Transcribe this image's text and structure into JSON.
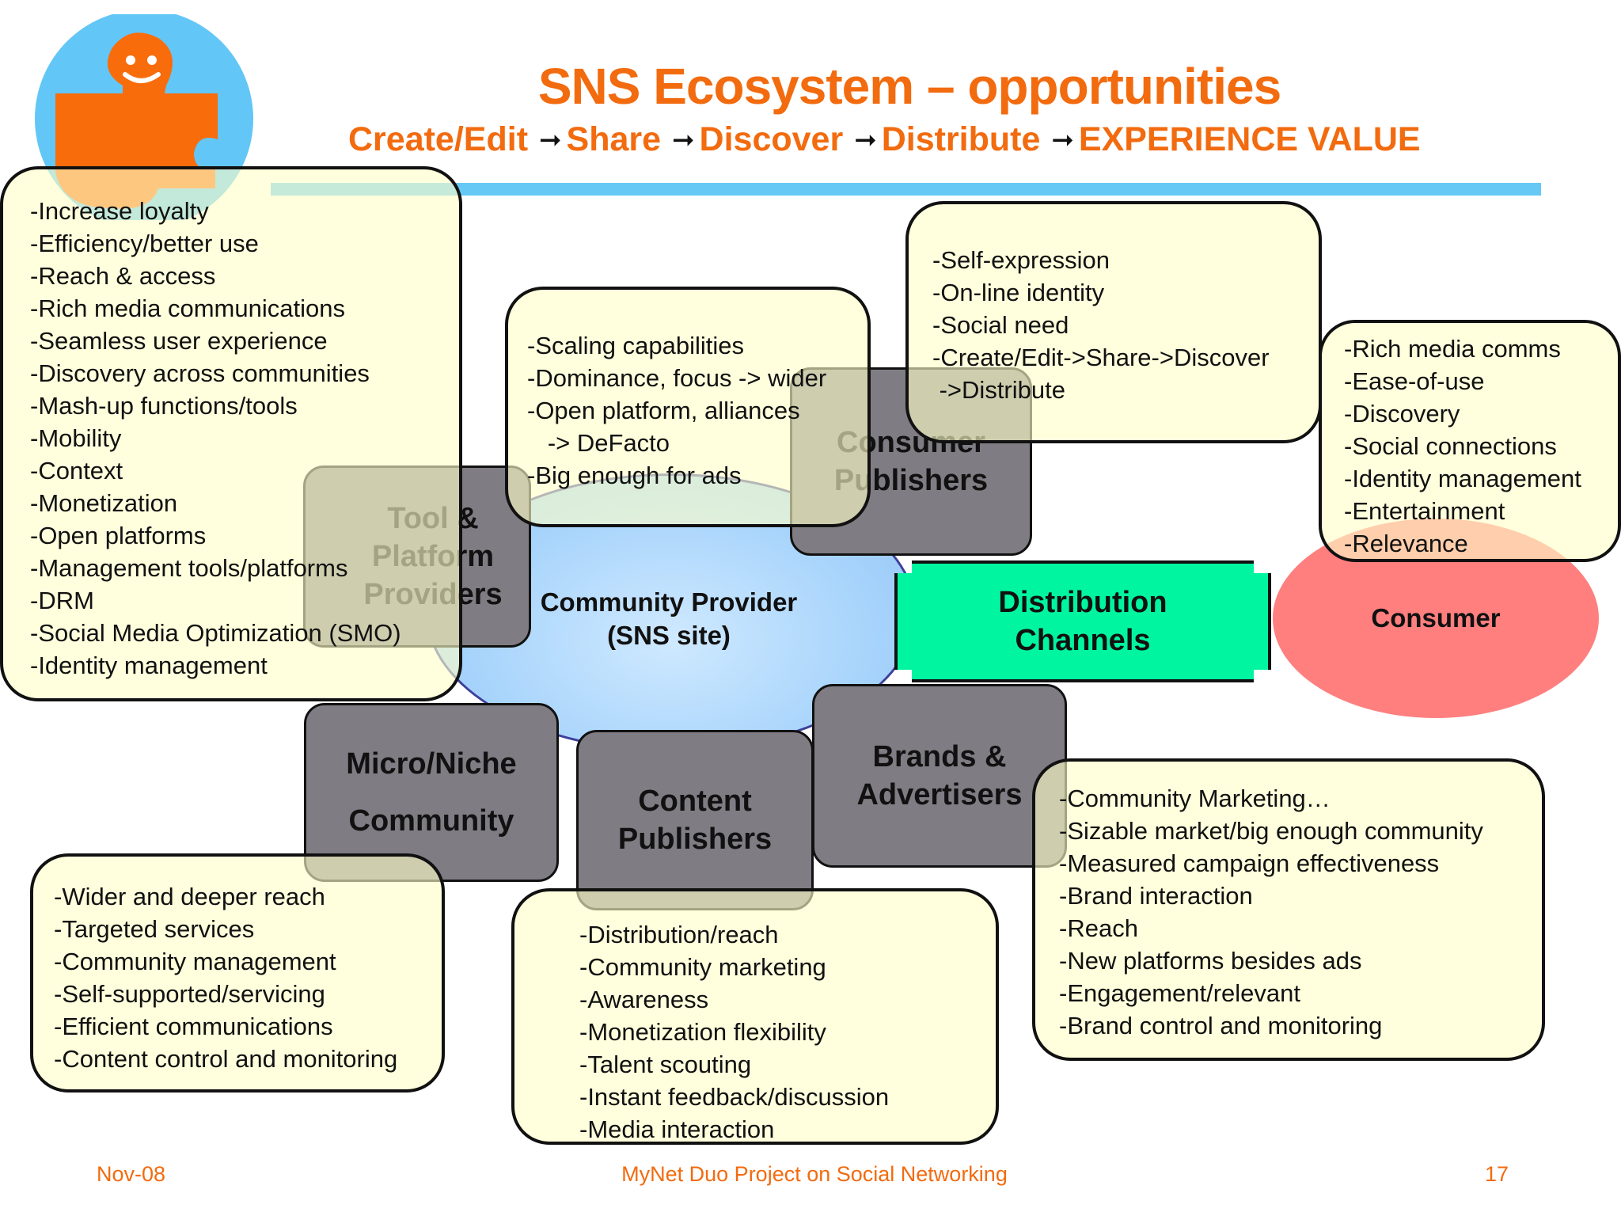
{
  "header": {
    "title": "SNS Ecosystem – opportunities",
    "subtitle_steps": [
      "Create/Edit",
      "Share",
      "Discover",
      "Distribute",
      "EXPERIENCE VALUE"
    ],
    "logo_icon": "puzzle-mascot-icon"
  },
  "center": {
    "label_line1": "Community Provider",
    "label_line2": "(SNS site)"
  },
  "actors": {
    "tool_platform": [
      "Tool &",
      "Platform",
      "Providers"
    ],
    "consumer_publishers": [
      "Consumer",
      "Publishers"
    ],
    "distribution": [
      "Distribution",
      "Channels"
    ],
    "consumer": "Consumer",
    "micro_niche": [
      "Micro/Niche",
      "Community"
    ],
    "content_publishers": [
      "Content",
      "Publishers"
    ],
    "brands": [
      "Brands &",
      "Advertisers"
    ]
  },
  "notes": {
    "tool_platform": [
      "-Increase loyalty",
      "-Efficiency/better use",
      "-Reach & access",
      "-Rich media communications",
      "-Seamless user experience",
      "-Discovery across communities",
      "-Mash-up functions/tools",
      "-Mobility",
      "-Context",
      "-Monetization",
      "-Open platforms",
      "-Management tools/platforms",
      "-DRM",
      "-Social Media Optimization (SMO)",
      "-Identity management"
    ],
    "community_provider": [
      "-Scaling capabilities",
      "-Dominance, focus -> wider",
      "-Open platform, alliances",
      "   -> DeFacto",
      "-Big enough for ads"
    ],
    "consumer_publishers": [
      "-Self-expression",
      "-On-line identity",
      "-Social need",
      "-Create/Edit->Share->Discover",
      " ->Distribute"
    ],
    "consumer": [
      "-Rich media comms",
      "-Ease-of-use",
      "-Discovery",
      "-Social connections",
      "-Identity management",
      "-Entertainment",
      "-Relevance"
    ],
    "micro_niche": [
      "-Wider and deeper reach",
      "-Targeted services",
      "-Community management",
      "-Self-supported/servicing",
      "-Efficient communications",
      "-Content control and monitoring"
    ],
    "content_publishers": [
      "-Distribution/reach",
      "-Community marketing",
      "-Awareness",
      "-Monetization flexibility",
      "-Talent scouting",
      "-Instant feedback/discussion",
      "-Media interaction"
    ],
    "brands": [
      "-Community Marketing…",
      "-Sizable market/big enough community",
      "-Measured campaign effectiveness",
      "-Brand interaction",
      "-Reach",
      "-New platforms besides ads",
      "-Engagement/relevant",
      "-Brand control and monitoring"
    ]
  },
  "footer": {
    "date": "Nov-08",
    "project": "MyNet Duo Project on Social Networking",
    "page": "17"
  },
  "colors": {
    "title": "#f26b0f",
    "bar": "#66c8f5",
    "note_fill": "#ffffc8",
    "actor_fill": "#7f7d83",
    "distribution_fill": "#00f5a0",
    "consumer_fill": "#ff7f7f",
    "circle_fill": "#a6d3fb"
  }
}
